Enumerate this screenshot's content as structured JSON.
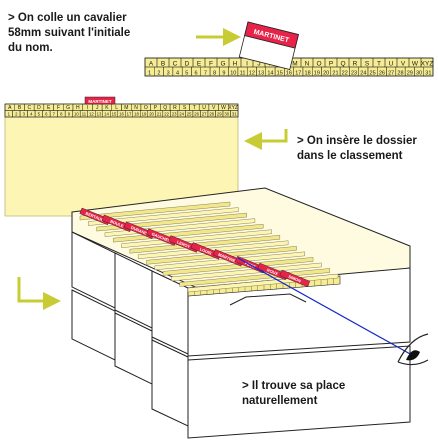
{
  "captions": {
    "step1": "> On colle un cavalier\n58mm suivant l'initiale\ndu nom.",
    "step2": "> On insère le dossier\ndans le classement",
    "step3": "> Il trouve sa place\nnaturellement"
  },
  "label": {
    "name": "MARTINET"
  },
  "strip": {
    "letters": [
      "A",
      "B",
      "C",
      "D",
      "E",
      "F",
      "G",
      "H",
      "I",
      "J",
      "K",
      "L",
      "M",
      "N",
      "O",
      "P",
      "Q",
      "R",
      "S",
      "T",
      "U",
      "V",
      "W",
      "XYZ"
    ],
    "numbers": [
      "1",
      "2",
      "3",
      "4",
      "5",
      "6",
      "7",
      "8",
      "9",
      "10",
      "11",
      "12",
      "13",
      "14",
      "15",
      "16",
      "17",
      "18",
      "19",
      "20",
      "21",
      "22",
      "23",
      "24",
      "25",
      "26",
      "27",
      "28",
      "29",
      "30",
      "31"
    ]
  },
  "cabinet_tabs": [
    "BERTAUD",
    "BOULE",
    "DURAND",
    "GAUCHER",
    "LEROY",
    "LOUIS",
    "MARTINET",
    "PETIT",
    "ROUX",
    "SIMON"
  ],
  "colors": {
    "folder": "#fdf5b4",
    "folder_dark": "#f3e78c",
    "strip": "#f6ec93",
    "tab_red": "#e8234a",
    "arrow": "#c8cc34",
    "sight_line": "#1428c8",
    "outline": "#222222"
  }
}
